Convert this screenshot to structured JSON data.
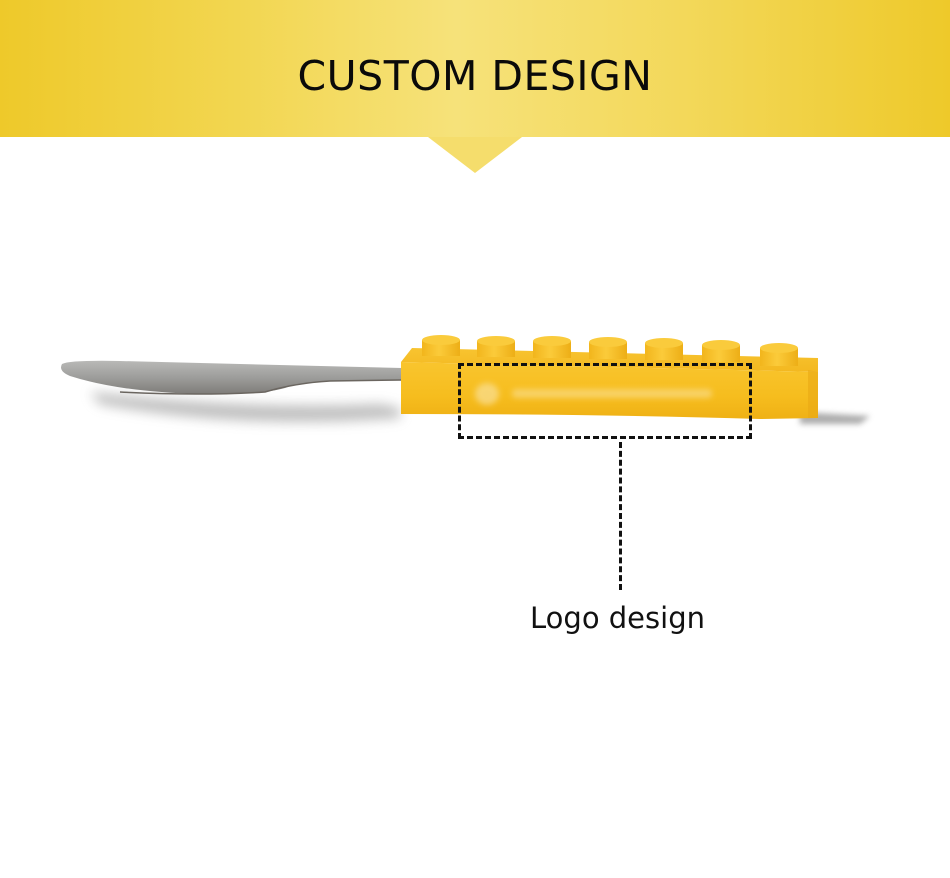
{
  "banner": {
    "title": "CUSTOM DESIGN",
    "colors": {
      "edge": "#EEC92A",
      "center": "#F6E27A",
      "pointer": "#F5DD6C"
    }
  },
  "product": {
    "type": "knife with toy-brick handle",
    "handle_studs": 7,
    "colors": {
      "handle": "#F7BF22",
      "blade": "#9A9A98"
    }
  },
  "callout": {
    "label": "Logo design",
    "line_color": "#111111"
  }
}
